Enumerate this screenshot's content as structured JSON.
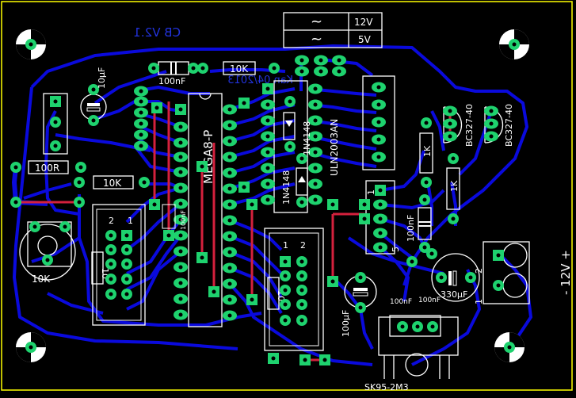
{
  "board": {
    "title_mirror": "CB V2.1",
    "author_mirror": "Kan 04/2013",
    "colors": {
      "background": "#000000",
      "copper": "#0000dd",
      "pad": "#1ed26e",
      "jumper": "#d4213d",
      "silk": "#ffffff",
      "outline": "#ffff00"
    }
  },
  "power_table": {
    "rows": [
      {
        "symbol": "~",
        "voltage": "12V"
      },
      {
        "symbol": "~",
        "voltage": "5V"
      }
    ]
  },
  "components": {
    "mcu": "MEGA8-P",
    "driver": "ULN2003AN",
    "diode_1": "1N4148",
    "diode_2": "1N4148",
    "transistor_1": "BC327-40",
    "transistor_2": "BC327-40",
    "regulator": "SK95-2M3",
    "r_100r": "100R",
    "r_10k_top": "10K",
    "r_10k_mid": "10K",
    "r_1k_a": "1K",
    "r_1k_b": "1K",
    "pot": "10K",
    "cap_10uf": "10µF",
    "cap_100nf_top": "100nF",
    "cap_100nf_right": "100nF",
    "cap_100nf_mcu": "100nF",
    "cap_100nf_reg_a": "100nF",
    "cap_100nf_reg_b": "100nF",
    "cap_100uf": "100µF",
    "cap_330uf": "330µF",
    "header_left_pin_a": "2",
    "header_left_pin_b": "1",
    "header_left_pin_10": "10",
    "header_right_pin_a": "1",
    "header_right_pin_b": "2",
    "header_right_pin_10": "10",
    "sip_pin_1": "1",
    "sip_pin_5": "5",
    "terminal_pin_2": "2",
    "terminal_pin_1": "1",
    "supply_label": "- 12V +"
  }
}
